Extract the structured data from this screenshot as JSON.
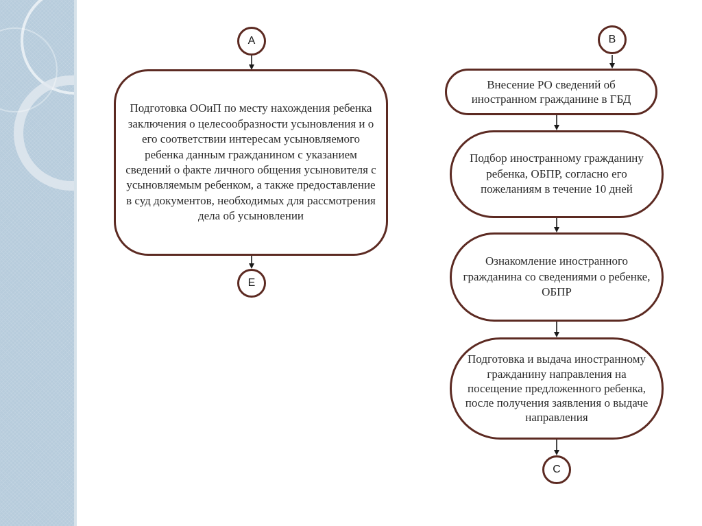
{
  "connectors": {
    "a": "A",
    "b": "B",
    "c": "C",
    "e": "E"
  },
  "left_column": {
    "step1": "Подготовка ООиП по месту нахождения ребенка заключения о целесообразности усыновления и о его соответствии интересам усыновляемого ребенка данным гражданином с указанием сведений о факте личного общения усыновителя с усыновляемым ребенком, а также предоставление в суд документов, необходимых для рассмотрения дела об усыновлении"
  },
  "right_column": {
    "step1": "Внесение РО сведений об иностранном гражданине в ГБД",
    "step2": "Подбор иностранному гражданину ребенка, ОБПР, согласно его пожеланиям в течение 10 дней",
    "step3": "Ознакомление иностранного гражданина со сведениями о ребенке, ОБПР",
    "step4": "Подготовка и выдача иностранному гражданину направления на посещение предложенного ребенка, после получения заявления о выдаче направления"
  },
  "colors": {
    "border": "#5c2a22",
    "side_panel": "#b7ccdc"
  }
}
